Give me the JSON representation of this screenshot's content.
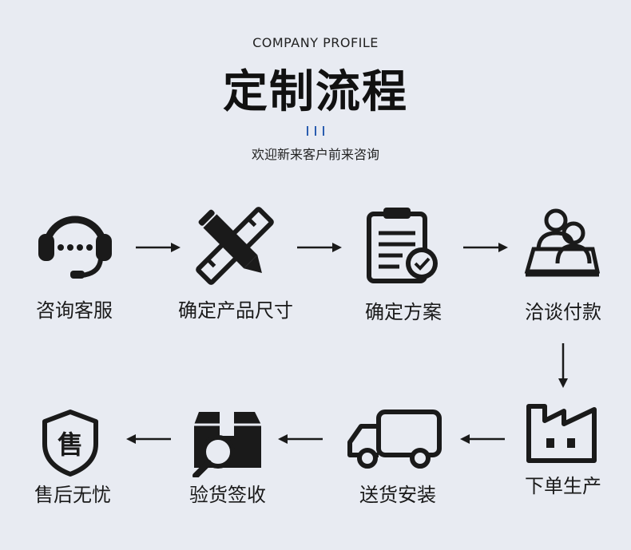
{
  "header": {
    "subtitle_en": "COMPANY PROFILE",
    "title": "定制流程",
    "tagline": "欢迎新来客户前来咨询"
  },
  "steps": [
    {
      "label": "咨询客服",
      "icon": "headset-icon"
    },
    {
      "label": "确定产品尺寸",
      "icon": "pencil-ruler-icon"
    },
    {
      "label": "确定方案",
      "icon": "clipboard-check-icon"
    },
    {
      "label": "洽谈付款",
      "icon": "meeting-people-icon"
    },
    {
      "label": "下单生产",
      "icon": "factory-icon"
    },
    {
      "label": "送货安装",
      "icon": "delivery-truck-icon"
    },
    {
      "label": "验货签收",
      "icon": "box-inspect-icon"
    },
    {
      "label": "售后无忧",
      "icon": "after-sale-shield-icon"
    }
  ],
  "colors": {
    "background": "#e8ebf2",
    "icon": "#1a1a1a",
    "accent": "#2a5db0"
  }
}
